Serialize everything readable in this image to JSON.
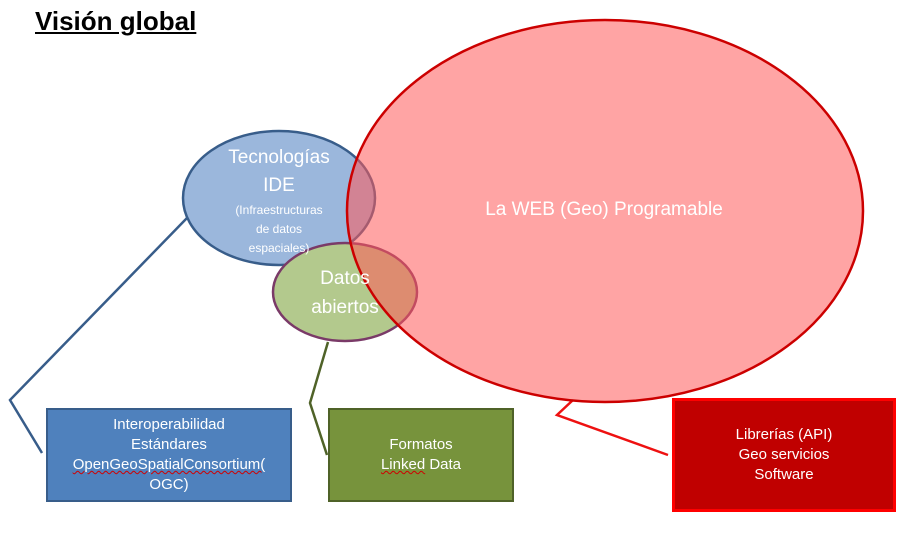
{
  "title": "Visión global",
  "circles": {
    "tecnologias": {
      "line1": "Tecnologías",
      "line2": "IDE",
      "sub1": "(Infraestructuras",
      "sub2": "de datos",
      "sub3": "espaciales)"
    },
    "datos": {
      "line1": "Datos",
      "line2": "abiertos"
    },
    "web": {
      "label": "La WEB (Geo) Programable"
    }
  },
  "boxes": {
    "interop": {
      "line1": "Interoperabilidad",
      "line2": "Estándares",
      "line3": "OpenGeoSpatialConsortium(",
      "line4": "OGC)"
    },
    "formatos": {
      "line1": "Formatos",
      "line2a": "Linked",
      "line2b": " Data"
    },
    "librerias": {
      "line1": "Librerías (API)",
      "line2": "Geo servicios",
      "line3": "Software"
    }
  },
  "colors": {
    "tecnologias_fill": "#9bb7dc",
    "tecnologias_stroke": "#385d8a",
    "datos_fill": "#b3c98d",
    "datos_stroke": "#7a3a68",
    "web_fill": "#ff9a9a",
    "web_stroke": "#cc0000",
    "interop_box": "#4f81bd",
    "formatos_box": "#77933c",
    "librerias_box": "#c00000"
  }
}
